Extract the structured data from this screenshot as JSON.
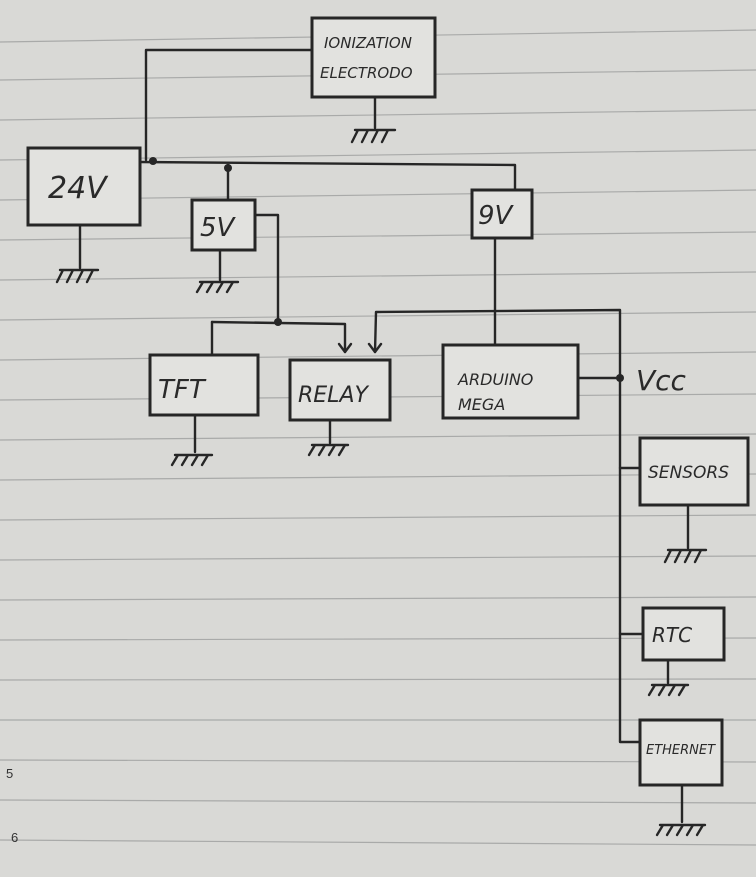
{
  "diagram": {
    "blocks": {
      "ionization_line1": "IONIZATION",
      "ionization_line2": "ELECTRODO",
      "supply_24v": "24V",
      "reg_5v": "5V",
      "reg_9v": "9V",
      "tft": "TFT",
      "relay": "RELAY",
      "arduino_line1": "ARDUINO",
      "arduino_line2": "MEGA",
      "vcc": "Vcc",
      "sensors": "SENSORS",
      "rtc": "RTC",
      "ethernet": "ETHERNET"
    },
    "page_numbers": [
      "5",
      "6"
    ]
  },
  "colors": {
    "paper": "#d9d9d6",
    "ink": "#262626",
    "rule": "#a9aaa9"
  }
}
